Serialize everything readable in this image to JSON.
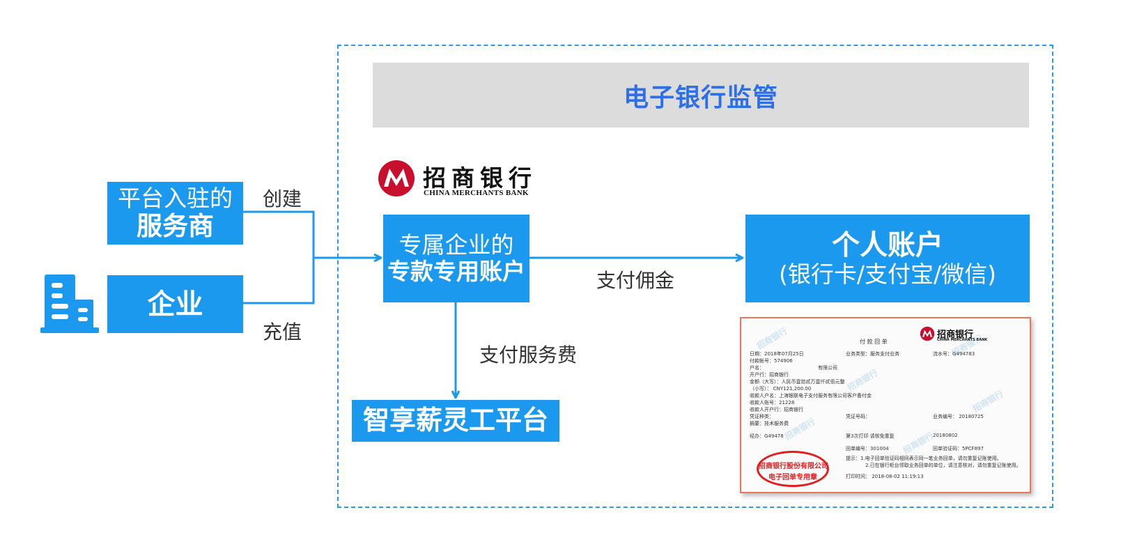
{
  "title": "电子银行监管",
  "nodes": {
    "service_provider": {
      "line1": "平台入驻的",
      "line2": "服务商"
    },
    "enterprise": {
      "label": "企业"
    },
    "special_account": {
      "line1": "专属企业的",
      "line2": "专款专用账户"
    },
    "personal_account": {
      "line1": "个人账户",
      "line2": "(银行卡/支付宝/微信)"
    },
    "platform": {
      "label": "智享薪灵工平台"
    }
  },
  "edges": {
    "create": "创建",
    "recharge": "充值",
    "pay_commission": "支付佣金",
    "pay_service_fee": "支付服务费"
  },
  "bank": {
    "name_cn": "招商银行",
    "name_en": "CHINA MERCHANTS BANK"
  },
  "receipt": {
    "title": "付 款 回 单",
    "bank_name": "招商银行",
    "bank_en": "CHINA MERCHANTS BANK",
    "fields": [
      "日期：2018年07月25日",
      "付款帐号：574906",
      "户名：",
      "开户行：招商银行",
      "金额（大写）：人民币壹拾贰万壹仟贰佰元整",
      "（小写）：    CNY121,200.00",
      "收款人户名：上海银联电子支付服务有限公司客户备付金",
      "收款人账号：21228",
      "收款人开户行：招商银行",
      "凭证种类：",
      "摘要：技术服务费"
    ],
    "business_type": "业务类型：服务支付业务",
    "company_suffix": "有限公司",
    "serial": "流水号：G494783",
    "voucher_no": "凭证号码：",
    "biz_no": "业务编号：  20180725",
    "handler": "经办：G49478",
    "print_times": "第3次打印 请核免重复",
    "date_code": "20180802",
    "receipt_no": "回单编号：301004",
    "verify_code": "回单验证码：5PCF897",
    "tip1": "提示：1.电子回单验证码相同表示同一笔业务回单，请勿重复记账使用。",
    "tip2": "2.已在银行柜台领取业务回单的单位，请注意核对，请勿重复记账使用。",
    "print_time": "打印时间：  2018-08-02 11:19:13",
    "stamp_line1": "招商银行股份有限公司",
    "stamp_line2": "电子回单专用章",
    "watermark": "招商银行"
  },
  "colors": {
    "primary": "#1a99ee",
    "banner_bg": "#dcdcdc",
    "banner_text": "#2f6fe6",
    "bank_red": "#c8102e",
    "stamp_red": "#e02020"
  }
}
